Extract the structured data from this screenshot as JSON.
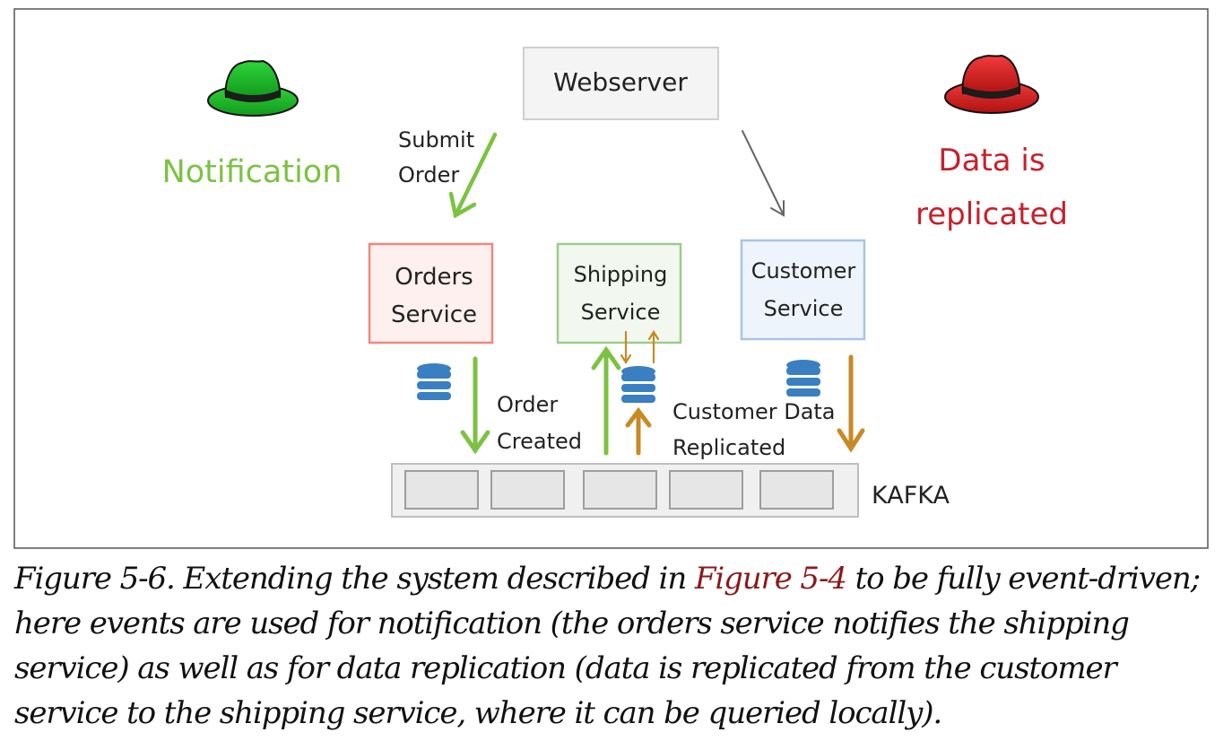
{
  "diagram": {
    "webserver": "Webserver",
    "notification_label": "Notification",
    "data_replicated_line1": "Data is",
    "data_replicated_line2": "replicated",
    "submit_order_line1": "Submit",
    "submit_order_line2": "Order",
    "orders_service_line1": "Orders",
    "orders_service_line2": "Service",
    "shipping_service_line1": "Shipping",
    "shipping_service_line2": "Service",
    "customer_service_line1": "Customer",
    "customer_service_line2": "Service",
    "order_created_line1": "Order",
    "order_created_line2": "Created",
    "customer_data_line1": "Customer Data",
    "customer_data_line2": "Replicated",
    "kafka": "KAFKA",
    "colors": {
      "notification_green": "#7cc242",
      "replication_red": "#c8202b",
      "orders_border": "#f0877c",
      "shipping_border": "#9ccc8a",
      "customer_border": "#a8c4e4",
      "replication_arrow": "#c88a25",
      "database_blue": "#3a7fc1"
    }
  },
  "caption": {
    "part1": "Figure 5-6. Extending the system described in ",
    "link": "Figure 5-4",
    "part2": " to be fully event-driven; here events are used for notification (the orders service notifies the shipping service) as well as for data replication (data is replicated from the customer service to the shipping service, where it can be queried locally)."
  }
}
